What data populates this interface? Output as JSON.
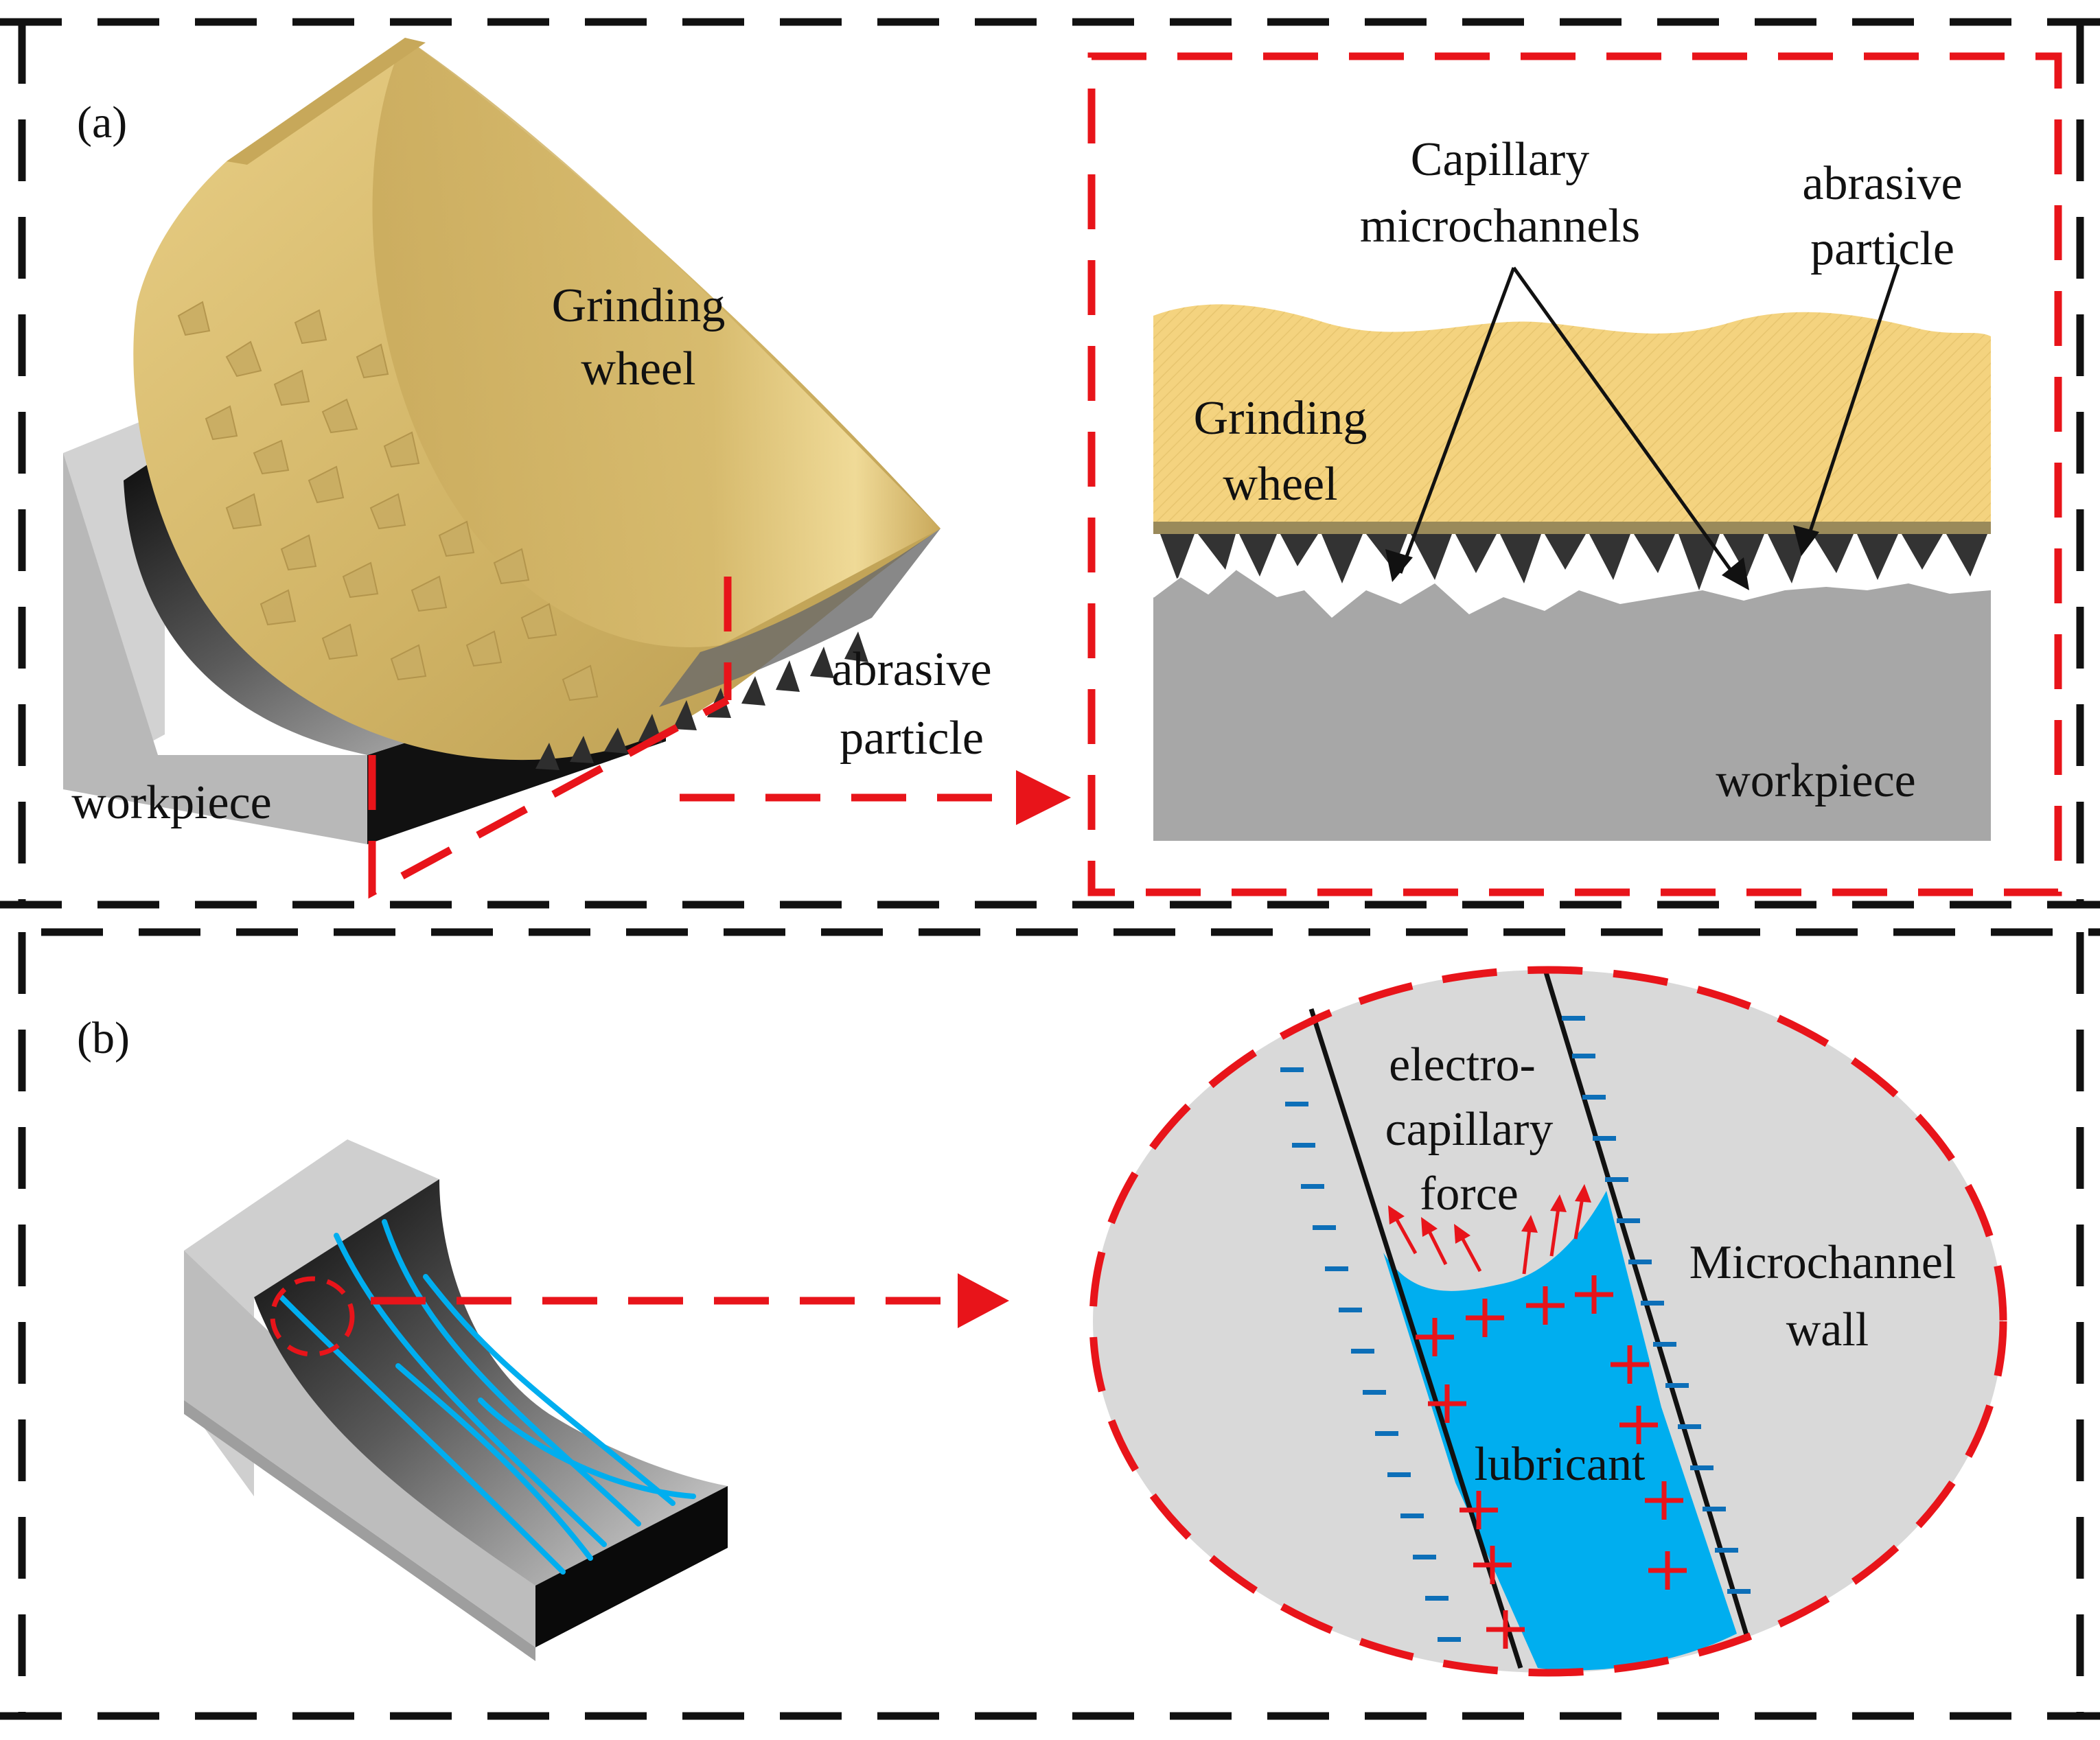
{
  "panel_a": {
    "tag": "(a)",
    "left": {
      "grinding_wheel": [
        "Grinding",
        "wheel"
      ],
      "abrasive_particle": [
        "abrasive",
        "particle"
      ],
      "workpiece": "workpiece"
    },
    "zoom": {
      "capillary_microchannels": [
        "Capillary",
        "microchannels"
      ],
      "abrasive_particle": [
        "abrasive",
        "particle"
      ],
      "grinding_wheel": [
        "Grinding",
        "wheel"
      ],
      "workpiece": "workpiece"
    }
  },
  "panel_b": {
    "tag": "(b)",
    "zoom": {
      "electrocapillary_force": [
        "electro-",
        "capillary",
        "force"
      ],
      "microchannel_wall": [
        "Microchannel",
        "wall"
      ],
      "lubricant": "lubricant"
    }
  },
  "colors": {
    "frame_dash": "#111111",
    "highlight_dash": "#e8141a",
    "wheel_gold": "#d8bb72",
    "wheel_light": "#f5dc8a",
    "workpiece_gray": "#a7a7a7",
    "workpiece_light": "#d9d9d9",
    "lubricant_blue": "#00aeef",
    "abrasive_dark": "#333333"
  },
  "icons": {
    "pointer_arrow": "arrow-right-icon",
    "force_arrow": "arrow-up-icon",
    "positive_charge": "plus-icon",
    "negative_charge": "minus-icon"
  }
}
